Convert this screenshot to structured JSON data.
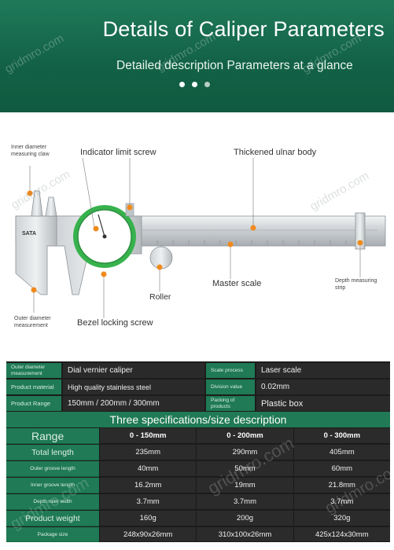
{
  "banner": {
    "title": "Details of Caliper Parameters",
    "subtitle": "Detailed description Parameters at a glance",
    "watermark": "gridmro.com"
  },
  "diagram": {
    "brand": "SATA",
    "callouts": {
      "inner_diameter_claw": "Inner diameter measuring claw",
      "indicator_limit_screw": "Indicator limit screw",
      "thickened_ulnar_body": "Thickened ulnar body",
      "master_scale": "Master scale",
      "roller": "Roller",
      "depth_measuring_strip": "Depth measuring strip",
      "outer_diameter_measurement": "Outer diameter measurement",
      "bezel_locking_screw": "Bezel locking screw"
    }
  },
  "spec": {
    "rows": [
      {
        "label": "Outer diameter measurement",
        "value": "Dial vernier caliper",
        "label2": "Scale process",
        "value2": "Laser scale"
      },
      {
        "label": "Product material",
        "value": "High quality stainless steel",
        "label2": "Division value",
        "value2": "0.02mm"
      },
      {
        "label": "Product Range",
        "value": "150mm / 200mm / 300mm",
        "label2": "Packing of products",
        "value2": "Plastic box"
      }
    ],
    "table_title": "Three specifications/size description",
    "columns": [
      "0 - 150mm",
      "0 - 200mm",
      "0 - 300mm"
    ],
    "range_label": "Range",
    "table": [
      {
        "label": "Total length",
        "size": "l",
        "values": [
          "235mm",
          "290mm",
          "405mm"
        ]
      },
      {
        "label": "Outer groove length",
        "size": "s",
        "values": [
          "40mm",
          "50mm",
          "60mm"
        ]
      },
      {
        "label": "Inner groove length",
        "size": "s",
        "values": [
          "16.2mm",
          "19mm",
          "21.8mm"
        ]
      },
      {
        "label": "Depth ruler width",
        "size": "s",
        "values": [
          "3.7mm",
          "3.7mm",
          "3.7mm"
        ]
      },
      {
        "label": "Product weight",
        "size": "l",
        "values": [
          "160g",
          "200g",
          "320g"
        ]
      },
      {
        "label": "Package size",
        "size": "s",
        "values": [
          "248x90x26mm",
          "310x100x26mm",
          "425x124x30mm"
        ]
      }
    ]
  }
}
